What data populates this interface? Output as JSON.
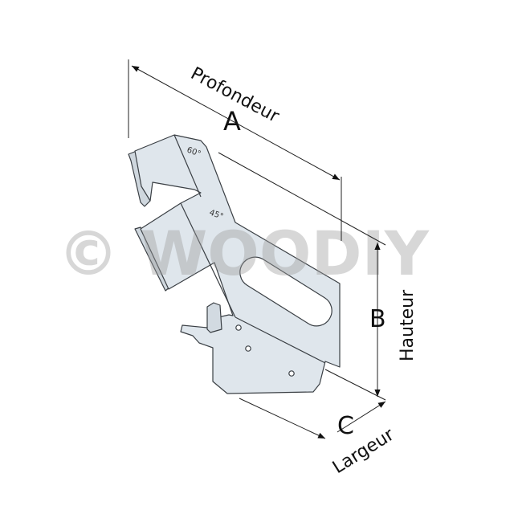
{
  "dimensions": {
    "a": {
      "letter": "A",
      "label": "Profondeur"
    },
    "b": {
      "letter": "B",
      "label": "Hauteur"
    },
    "c": {
      "letter": "C",
      "label": "Largeur"
    }
  },
  "angle_marks": {
    "upper": "60°",
    "lower": "45°"
  },
  "watermark": "© WOODIY",
  "colors": {
    "metal": "#dfe6ec",
    "outline": "#3a3f44",
    "line": "#222222",
    "watermark": "#9a9a9a"
  }
}
